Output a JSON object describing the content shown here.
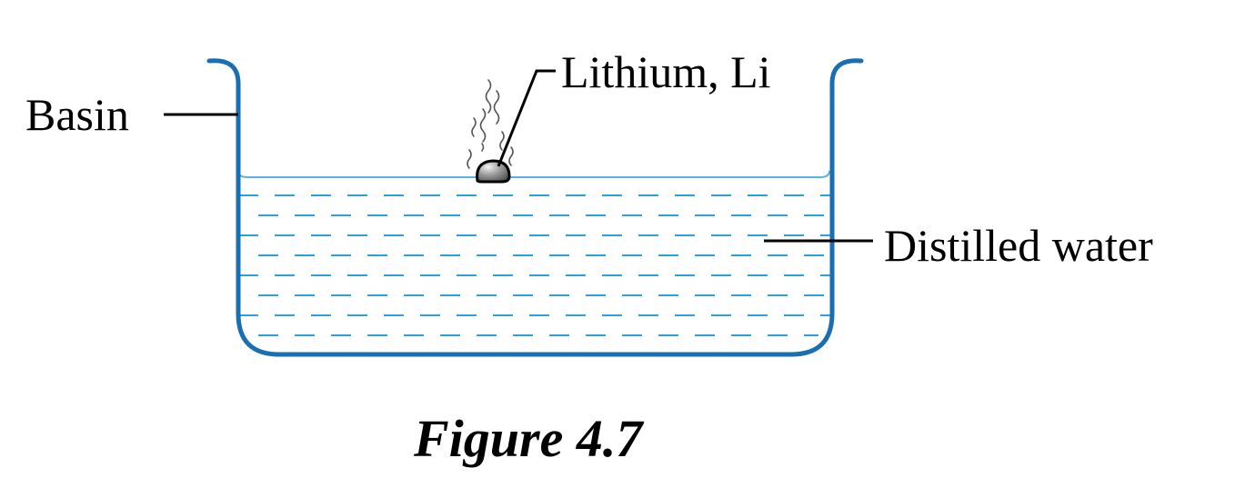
{
  "labels": {
    "basin": "Basin",
    "lithium": "Lithium, Li",
    "water": "Distilled water"
  },
  "caption": "Figure 4.7",
  "colors": {
    "basin_stroke": "#1a6fb3",
    "water_line": "#5ab4e0",
    "water_dash": "#2aa3dc",
    "lithium_fill": "#8c8c8c",
    "lithium_highlight": "#e8e8e8",
    "text": "#000000"
  }
}
